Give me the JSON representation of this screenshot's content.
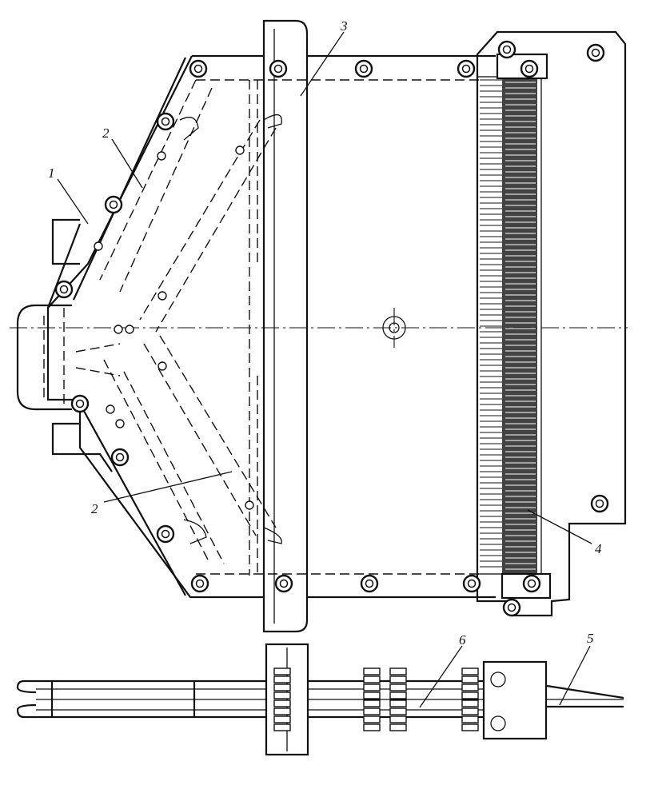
{
  "figure": {
    "labels": [
      "1",
      "2",
      "3",
      "2",
      "4",
      "5",
      "6"
    ]
  },
  "colors": {
    "ink": "#111111",
    "paper": "#ffffff"
  }
}
